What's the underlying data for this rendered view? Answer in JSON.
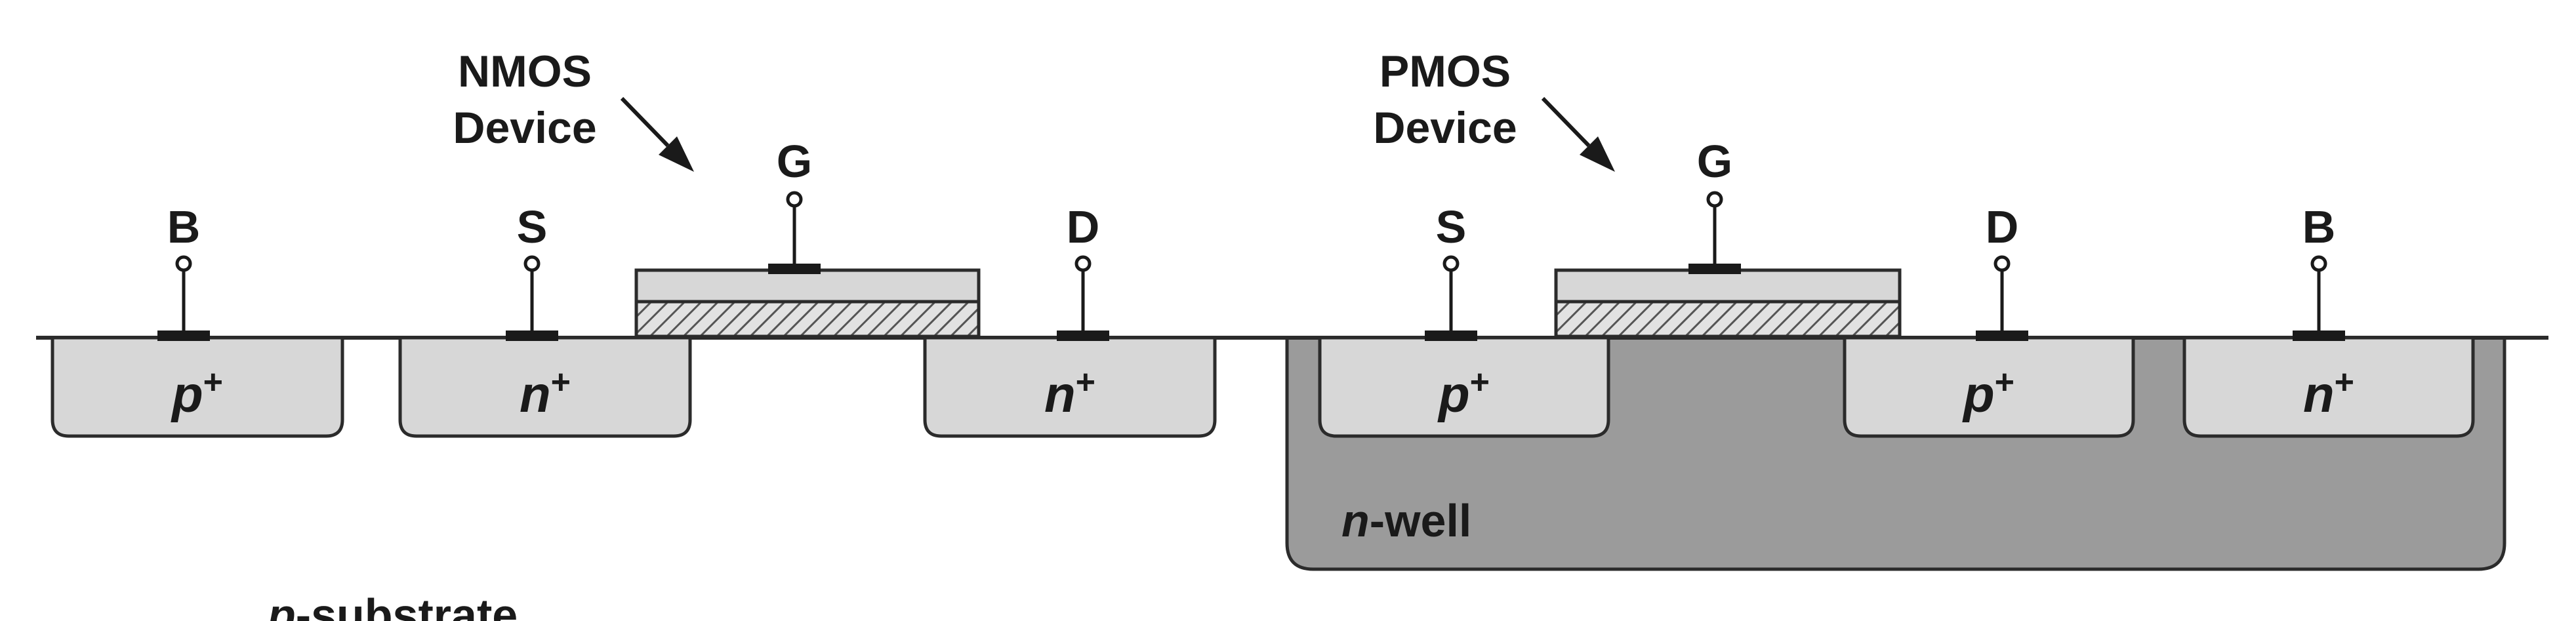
{
  "diagram": {
    "colors": {
      "substrate_line": "#2b2b2b",
      "diffusion_fill": "#d7d7d7",
      "nwell_fill": "#9b9b9b",
      "gate_fill": "#d7d7d7",
      "oxide_hatch": "#555555",
      "text": "#1a1a1a"
    },
    "nmos": {
      "title_line1": "NMOS",
      "title_line2": "Device",
      "terminals": {
        "body": "B",
        "source": "S",
        "gate": "G",
        "drain": "D"
      },
      "regions": {
        "body_base": "p",
        "body_sup": "+",
        "source_base": "n",
        "source_sup": "+",
        "drain_base": "n",
        "drain_sup": "+"
      }
    },
    "pmos": {
      "title_line1": "PMOS",
      "title_line2": "Device",
      "terminals": {
        "source": "S",
        "gate": "G",
        "drain": "D",
        "body": "B"
      },
      "regions": {
        "source_base": "p",
        "source_sup": "+",
        "drain_base": "p",
        "drain_sup": "+",
        "body_base": "n",
        "body_sup": "+"
      }
    },
    "nwell": {
      "prefix": "n",
      "suffix": "-well"
    },
    "substrate": {
      "prefix": "p",
      "suffix": "-substrate"
    }
  }
}
